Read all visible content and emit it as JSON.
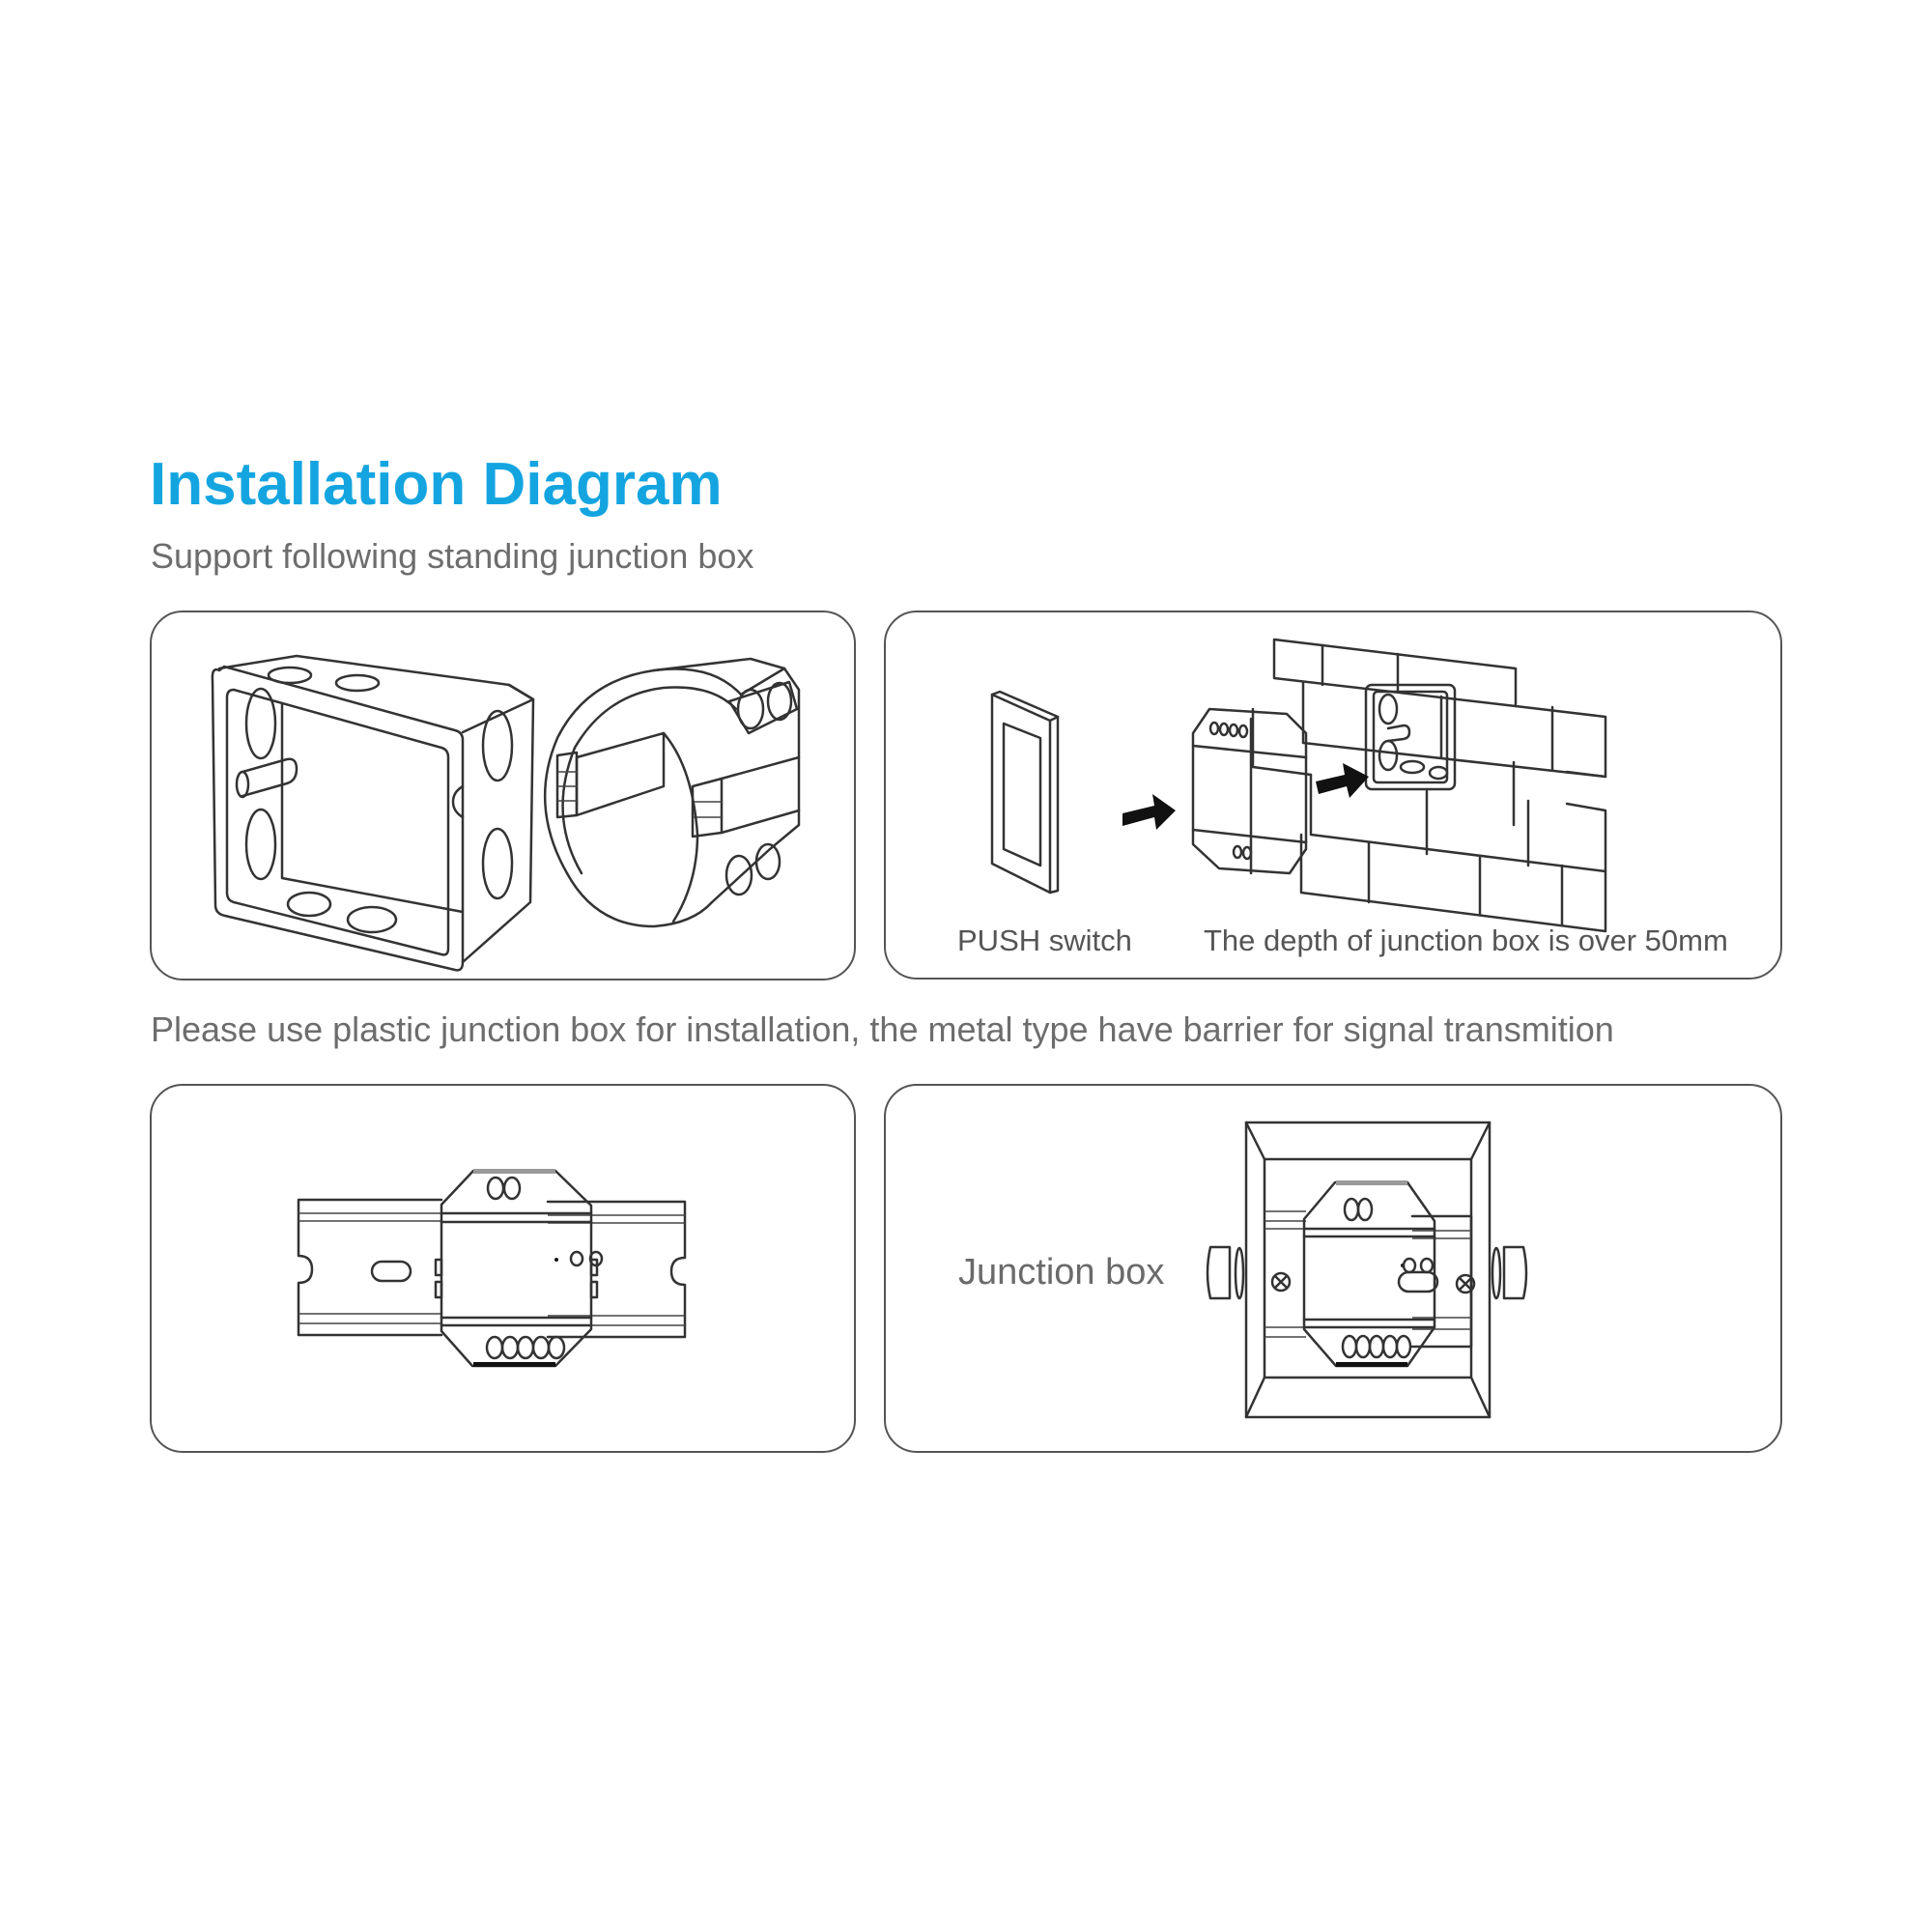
{
  "header": {
    "title": "Installation Diagram",
    "subtitle": "Support following standing junction box"
  },
  "panels": [
    {
      "id": "standing-junction-boxes",
      "illustrations": [
        "square-junction-box-icon",
        "round-junction-box-icon"
      ]
    },
    {
      "id": "push-switch-installation",
      "labels": {
        "push_switch": "PUSH switch",
        "depth_note": "The depth of junction box is over 50mm"
      },
      "illustrations": [
        "push-switch-plate-icon",
        "arrow-right-icon",
        "controller-module-icon",
        "arrow-right-icon",
        "brick-wall-junction-box-icon"
      ]
    },
    {
      "id": "din-rail-mount",
      "illustrations": [
        "din-rail-icon",
        "controller-module-front-icon"
      ]
    },
    {
      "id": "junction-box-mount",
      "labels": {
        "junction_box": "Junction box"
      },
      "illustrations": [
        "junction-box-frame-icon",
        "din-rail-icon",
        "controller-module-front-icon",
        "screw-icon",
        "screw-icon"
      ]
    }
  ],
  "notes": {
    "plastic_box_note": "Please use plastic junction box for installation, the metal type have barrier for signal transmition"
  },
  "colors": {
    "title": "#14a5e0",
    "body_text": "#6d6d6d",
    "line_art": "#333333",
    "panel_border": "#555555"
  }
}
